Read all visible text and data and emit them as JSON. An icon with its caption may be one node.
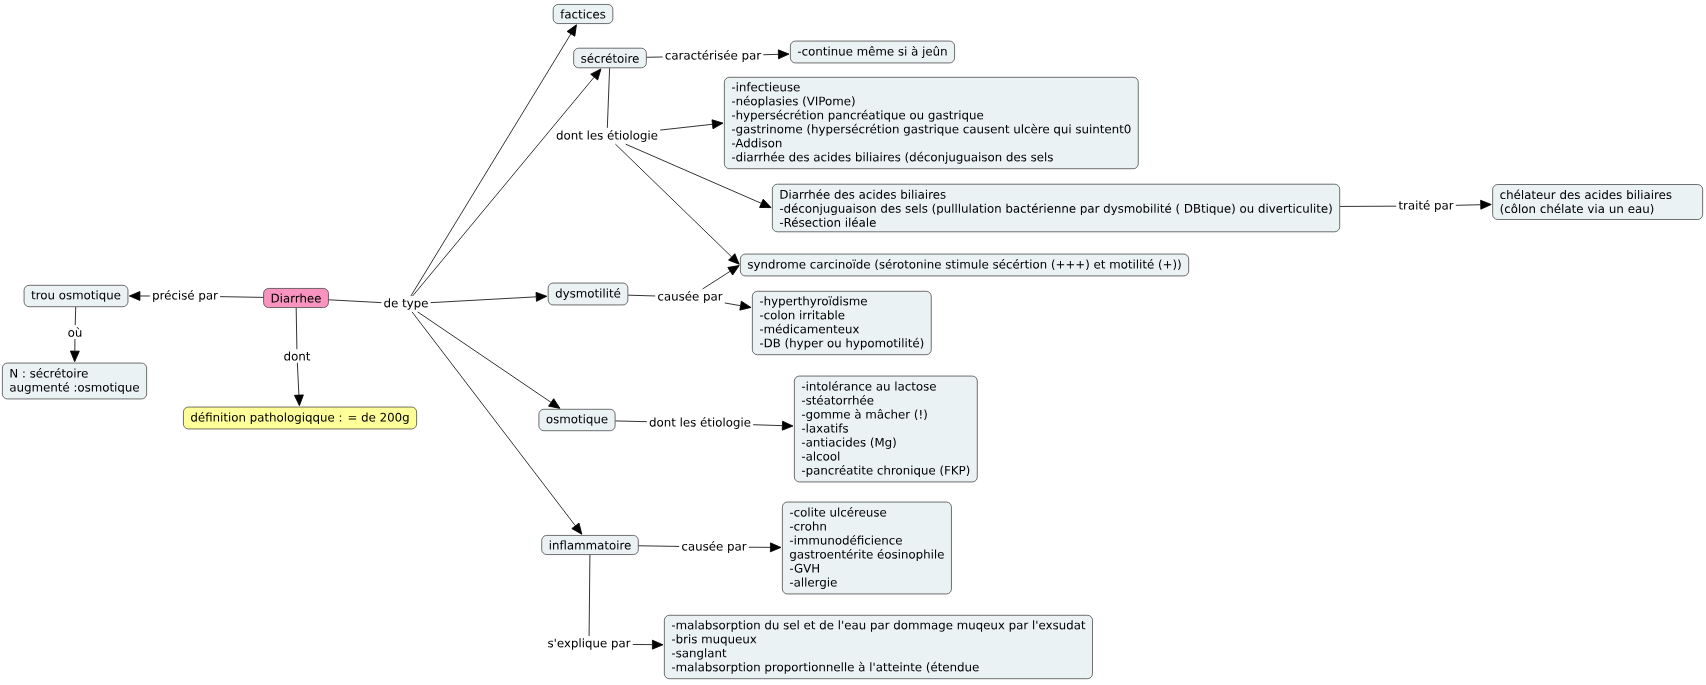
{
  "diagram": {
    "nodes": [
      {
        "text": [
          "factices"
        ]
      },
      {
        "text": [
          "sécrétoire"
        ]
      },
      {
        "text": [
          "caractérisée par"
        ]
      },
      {
        "text": [
          "-continue même si à jeûn"
        ]
      },
      {
        "text": [
          "dont les étiologie"
        ]
      },
      {
        "text": [
          "-infectieuse",
          "-néoplasies (VIPome)",
          "-hypersécrétion pancréatique ou gastrique",
          "-gastrinome (hypersécrétion gastrique causent ulcère qui suintent0",
          "-Addison",
          "-diarrhée des acides biliaires (déconjuguaison des sels"
        ]
      },
      {
        "text": [
          "Diarrhée des acides biliaires",
          "-déconjuguaison des sels (pulllulation bactérienne par dysmobilité ( DBtique) ou diverticulite)",
          "-Résection iléale"
        ]
      },
      {
        "text": [
          "traité par"
        ]
      },
      {
        "text": [
          "chélateur des acides biliaires (côlon chélate via un eau)"
        ]
      },
      {
        "text": [
          "syndrome carcinoïde (sérotonine stimule sécértion (+++) et motilité (+))"
        ]
      },
      {
        "text": [
          "Diarrhee"
        ]
      },
      {
        "text": [
          "de type"
        ]
      },
      {
        "text": [
          "précisé par"
        ]
      },
      {
        "text": [
          "trou osmotique"
        ]
      },
      {
        "text": [
          "où"
        ]
      },
      {
        "text": [
          "N : sécrétoire",
          "augmenté :osmotique"
        ]
      },
      {
        "text": [
          "dont"
        ]
      },
      {
        "text": [
          "définition pathologiqque : = de 200g"
        ]
      },
      {
        "text": [
          "dysmotilité"
        ]
      },
      {
        "text": [
          "causée par"
        ]
      },
      {
        "text": [
          "-hyperthyroïdisme",
          "-colon irritable",
          "-médicamenteux",
          "-DB (hyper ou hypomotilité)"
        ]
      },
      {
        "text": [
          "osmotique"
        ]
      },
      {
        "text": [
          "dont les étiologie"
        ]
      },
      {
        "text": [
          "-intolérance au lactose",
          "-stéatorrhée",
          "-gomme à mâcher (!)",
          "-laxatifs",
          "-antiacides (Mg)",
          "-alcool",
          "-pancréatite chronique (FKP)"
        ]
      },
      {
        "text": [
          "inflammatoire"
        ]
      },
      {
        "text": [
          "causée par"
        ]
      },
      {
        "text": [
          "-colite ulcéreuse",
          "-crohn",
          "-immunodéficience",
          "gastroentérite éosinophile",
          "-GVH",
          "-allergie"
        ]
      },
      {
        "text": [
          "s'explique par"
        ]
      },
      {
        "text": [
          "-malabsorption du sel et de l'eau par dommage muqeux par  l'exsudat",
          "-bris muqueux",
          "-sanglant",
          "-malabsorption proportionnelle à l'atteinte (étendue"
        ]
      }
    ],
    "edges": [
      {
        "from": 10,
        "to": 11,
        "arrow": "none"
      },
      {
        "from": 11,
        "to": 0,
        "arrow": "to"
      },
      {
        "from": 11,
        "to": 1,
        "arrow": "to"
      },
      {
        "from": 11,
        "to": 18,
        "arrow": "to"
      },
      {
        "from": 11,
        "to": 21,
        "arrow": "to"
      },
      {
        "from": 11,
        "to": 24,
        "arrow": "to"
      },
      {
        "from": 10,
        "to": 12,
        "arrow": "none"
      },
      {
        "from": 12,
        "to": 13,
        "arrow": "to"
      },
      {
        "from": 13,
        "to": 14,
        "arrow": "none"
      },
      {
        "from": 14,
        "to": 15,
        "arrow": "to"
      },
      {
        "from": 10,
        "to": 16,
        "arrow": "none"
      },
      {
        "from": 16,
        "to": 17,
        "arrow": "to"
      },
      {
        "from": 1,
        "to": 2,
        "arrow": "none"
      },
      {
        "from": 2,
        "to": 3,
        "arrow": "to"
      },
      {
        "from": 1,
        "to": 4,
        "arrow": "none"
      },
      {
        "from": 4,
        "to": 5,
        "arrow": "to"
      },
      {
        "from": 4,
        "to": 6,
        "arrow": "to"
      },
      {
        "from": 4,
        "to": 9,
        "arrow": "to"
      },
      {
        "from": 6,
        "to": 7,
        "arrow": "none"
      },
      {
        "from": 7,
        "to": 8,
        "arrow": "to"
      },
      {
        "from": 18,
        "to": 19,
        "arrow": "none"
      },
      {
        "from": 19,
        "to": 9,
        "arrow": "to"
      },
      {
        "from": 19,
        "to": 20,
        "arrow": "to"
      },
      {
        "from": 21,
        "to": 22,
        "arrow": "none"
      },
      {
        "from": 22,
        "to": 23,
        "arrow": "to"
      },
      {
        "from": 24,
        "to": 25,
        "arrow": "none"
      },
      {
        "from": 25,
        "to": 26,
        "arrow": "to"
      },
      {
        "from": 24,
        "to": 27,
        "arrow": "none"
      },
      {
        "from": 27,
        "to": 28,
        "arrow": "to"
      }
    ]
  }
}
